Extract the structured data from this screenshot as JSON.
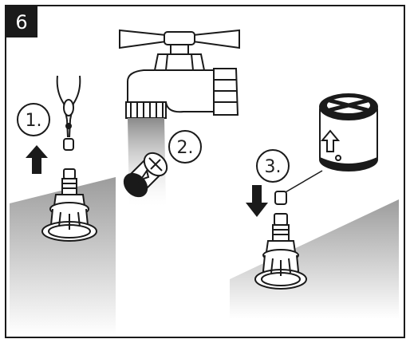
{
  "step_badge": "6",
  "steps": [
    {
      "label": "1."
    },
    {
      "label": "2."
    },
    {
      "label": "3."
    }
  ],
  "colors": {
    "frame": "#1a1a1a",
    "badge_bg": "#1a1a1a",
    "ink": "#1a1a1a",
    "surface_gray": "#b5b5b5",
    "water_gray": "#9a9a9a"
  },
  "icons": [
    "pliers-icon",
    "faucet-icon",
    "filter-cartridge-icon",
    "up-arrow-icon",
    "down-arrow-icon",
    "filter-stem-icon",
    "filter-base-icon",
    "retainer-clip-icon"
  ]
}
